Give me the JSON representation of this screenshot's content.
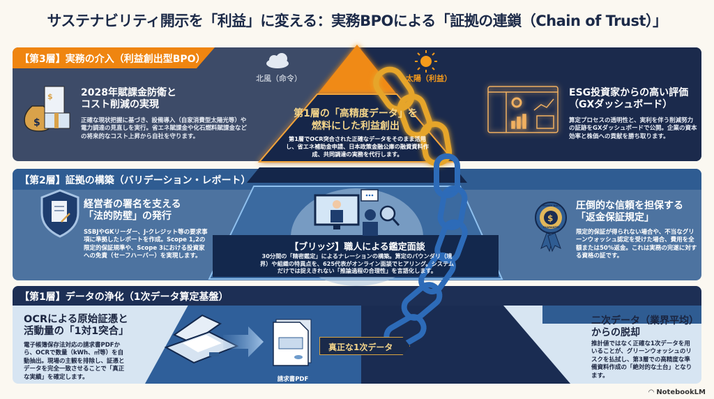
{
  "title": "サステナビリティ開示を「利益」に変える：実務BPOによる「証拠の連鎖（Chain of Trust）」",
  "layer3": {
    "header": "【第3層】実務の介入（利益創出型BPO）",
    "left": {
      "icon": "money-bag-invoice-icon",
      "title_line1": "2028年賦課金防衛と",
      "title_line2": "コスト削減の実現",
      "body": "正確な現状把握に基づき、設備導入（自家消費型太陽光等）や電力調達の見直しを実行。省エネ賦課金や化石燃料賦課金などの将来的なコスト上昇から自社を守ります。"
    },
    "north_wind": {
      "icon": "cloud-icon",
      "label": "北風（命令）"
    },
    "sun": {
      "icon": "sun-icon",
      "label": "太陽（利益）"
    },
    "center": {
      "title_line1": "第1層の「高精度データ」を",
      "title_line2": "燃料にした利益創出",
      "body": "第1層でOCR突合された正確なデータをそのまま活用し、省エネ補助金申請、日本政策金融公庫の融資資料作成、共同調達の実務を代行します。"
    },
    "right": {
      "icon": "dashboard-icon",
      "title_line1": "ESG投資家からの高い評価",
      "title_line2": "（GXダッシュボード）",
      "body": "算定プロセスの透明性と、実利を伴う削減努力の証跡をGXダッシュボードで公開。企業の資本効率と株価への貢献を勝ち取ります。"
    }
  },
  "layer2": {
    "header": "【第2層】証拠の構築（バリデーション・レポート）",
    "left": {
      "icon": "shield-document-icon",
      "title_line1": "経営者の署名を支える",
      "title_line2": "「法的防壁」の発行",
      "body": "SSBJやGKリーダー、J-クレジット等の要求事項に準拠したレポートを作成。Scope 1,2の限定的保証規準や、Scope 3における投資家への免責（セーフハーバー）を実現します。"
    },
    "center": {
      "icon": "video-interview-icon",
      "title": "【ブリッジ】職人による鑑定面談",
      "body": "30分間の「精密鑑定」によるナレーションの構築。算定のバウンダリ（境界）や組織の特異点を、625代表がオンライン面談でヒアリング。システムだけでは捉えきれない「推論過程の合理性」を言語化します。"
    },
    "right": {
      "icon": "guarantee-badge-icon",
      "badge_text_top": "MONEY BACK",
      "badge_text_bottom": "GUARANTEE",
      "title_line1": "圧倒的な信頼を担保する",
      "title_line2": "「返金保証規定」",
      "body": "限定的保証が得られない場合や、不当なグリーンウォッシュ認定を受けた場合、費用を全額または50%返金。これは実務の完遂に対する資格の証です。"
    }
  },
  "layer1": {
    "header": "【第1層】データの浄化（1次データ算定基盤）",
    "left": {
      "title_line1": "OCRによる原始証憑と",
      "title_line2": "活動量の「1対1突合」",
      "body": "電子帳簿保存法対応の請求書PDFから、OCRで数量（kWh、㎥等）を自動抽出。現場の主観を排除し、証憑とデータを完全一致させることで「真正な実績」を確定します。"
    },
    "scanner_icon": "scanner-icon",
    "arrow_icon": "arrow-right-icon",
    "pdf": {
      "icon": "invoice-pdf-icon",
      "label": "請求書PDF"
    },
    "chip": "真正な1次データ",
    "right": {
      "title_line1": "二次データ（業界平均）",
      "title_line2": "からの脱却",
      "body": "推計値ではなく正確な1次データを用いることが、グリーンウォッシュのリスクを払拭し、第3層での高精度な準備資料作成の「絶対的な土台」となります。"
    }
  },
  "chain": {
    "icon": "chain-icon",
    "gold": "#e6a52a",
    "blue": "#2d6bb8"
  },
  "colors": {
    "orange": "#ef8510",
    "navy": "#1b2a4c",
    "mid_blue": "#4d73a0",
    "light_blue": "#d7e5f2"
  },
  "footer": {
    "brand": "NotebookLM",
    "icon": "notebooklm-logo-icon"
  }
}
